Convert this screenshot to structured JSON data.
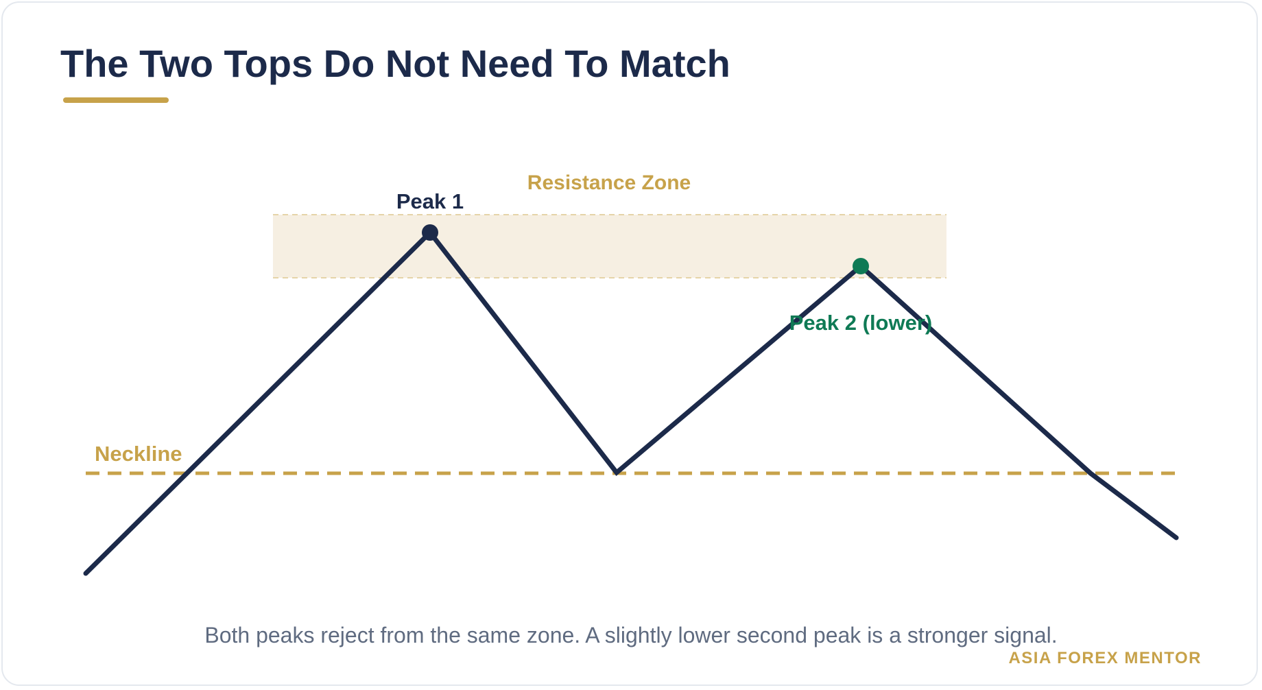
{
  "title": "The Two Tops Do Not Need To Match",
  "colors": {
    "navy": "#1c2a4a",
    "gold": "#c7a24a",
    "green": "#0f7a55",
    "zone_fill": "#f6efe2",
    "caption": "#5f6b80"
  },
  "diagram": {
    "zone_label": "Resistance Zone",
    "neckline_label": "Neckline",
    "peak1_label": "Peak 1",
    "peak2_label": "Peak 2 (lower)"
  },
  "caption": "Both peaks reject from the same zone. A slightly lower second peak is a stronger signal.",
  "brand": "ASIA FOREX MENTOR"
}
